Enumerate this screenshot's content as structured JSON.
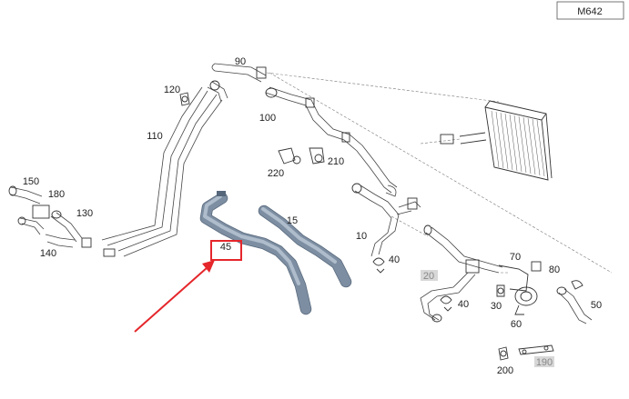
{
  "engine_code": "M642",
  "highlight_color": "#e5262b",
  "callouts": [
    {
      "id": "90",
      "label": "90"
    },
    {
      "id": "120",
      "label": "120"
    },
    {
      "id": "100",
      "label": "100"
    },
    {
      "id": "110",
      "label": "110"
    },
    {
      "id": "220",
      "label": "220"
    },
    {
      "id": "210",
      "label": "210"
    },
    {
      "id": "150",
      "label": "150"
    },
    {
      "id": "180",
      "label": "180"
    },
    {
      "id": "130",
      "label": "130"
    },
    {
      "id": "140",
      "label": "140"
    },
    {
      "id": "15",
      "label": "15"
    },
    {
      "id": "45",
      "label": "45"
    },
    {
      "id": "10",
      "label": "10"
    },
    {
      "id": "40a",
      "label": "40"
    },
    {
      "id": "20",
      "label": "20"
    },
    {
      "id": "40b",
      "label": "40"
    },
    {
      "id": "70",
      "label": "70"
    },
    {
      "id": "80",
      "label": "80"
    },
    {
      "id": "30",
      "label": "30"
    },
    {
      "id": "60",
      "label": "60"
    },
    {
      "id": "50",
      "label": "50"
    },
    {
      "id": "200",
      "label": "200"
    },
    {
      "id": "190",
      "label": "190"
    }
  ],
  "selected_part": "45"
}
